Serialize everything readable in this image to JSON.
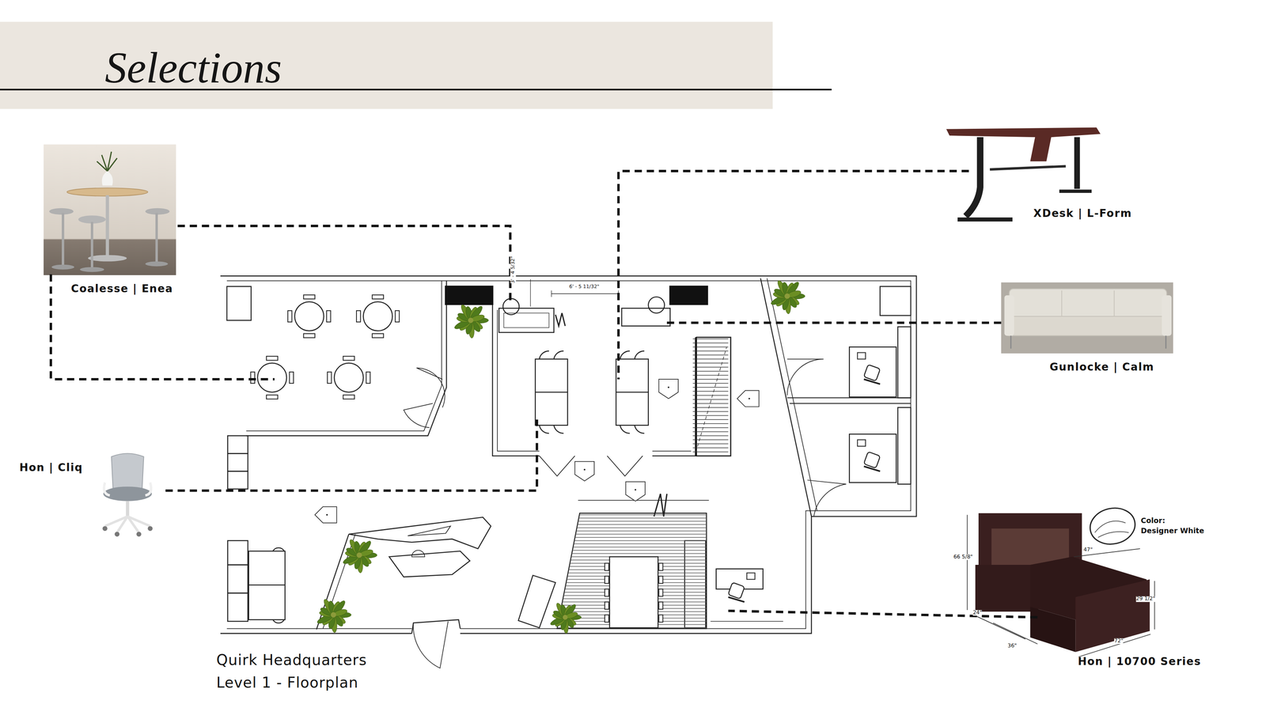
{
  "diagram": {
    "title": "Selections",
    "nodes": [
      {
        "text": [
          "Coalesse | Enea"
        ]
      },
      {
        "text": [
          "XDesk | L-Form"
        ]
      },
      {
        "text": [
          "Gunlocke | Calm"
        ]
      },
      {
        "text": [
          "Hon | Cliq"
        ]
      },
      {
        "text": [
          "Hon | 10700 Series"
        ]
      },
      {
        "text": [
          "Quirk Headquarters Level 1 - Floorplan"
        ]
      }
    ],
    "labels": [
      "6' - 5 11/32\"",
      "3' - 4 5/32\"",
      "66 5/8\"",
      "47\"",
      "29 1/2\"",
      "24\"",
      "36\"",
      "72\"",
      "Color:",
      "Designer White"
    ]
  }
}
